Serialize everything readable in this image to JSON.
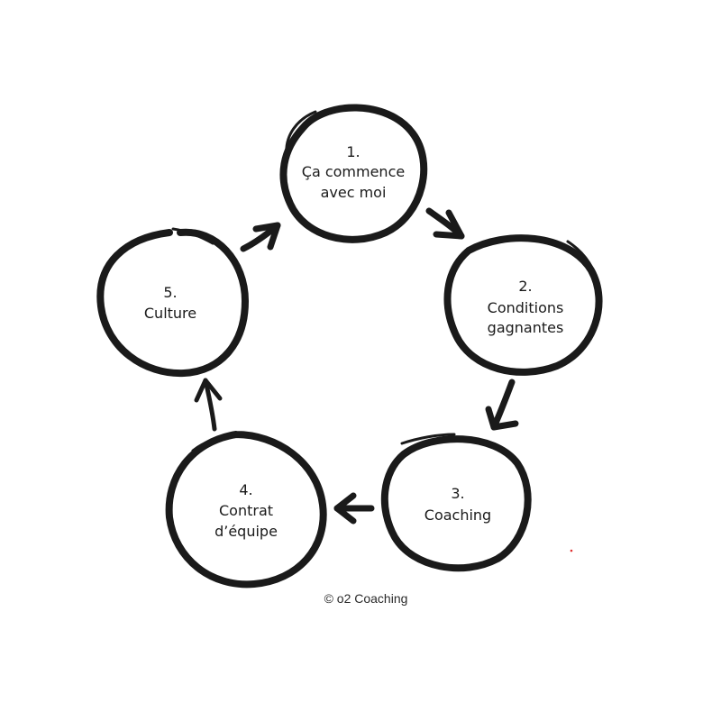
{
  "steps": [
    {
      "number": "1.",
      "lines": [
        "Ça commence",
        "avec moi"
      ]
    },
    {
      "number": "2.",
      "lines": [
        "Conditions",
        "gagnantes"
      ]
    },
    {
      "number": "3.",
      "lines": [
        "Coaching"
      ]
    },
    {
      "number": "4.",
      "lines": [
        "Contrat",
        "d’équipe"
      ]
    },
    {
      "number": "5.",
      "lines": [
        "Culture"
      ]
    }
  ],
  "footer": {
    "copyright": "© o2 Coaching"
  },
  "colors": {
    "ink": "#1a1a1a",
    "background": "#ffffff",
    "dot": "#e03030"
  }
}
